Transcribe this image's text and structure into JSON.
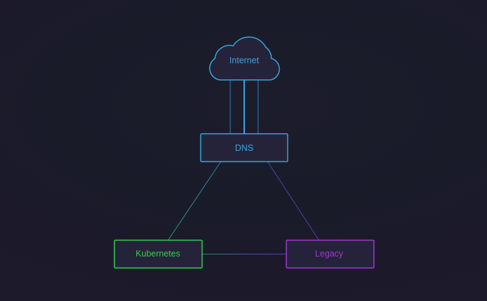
{
  "nodes": {
    "internet": {
      "label": "Internet",
      "color": "#38a8e0"
    },
    "dns": {
      "label": "DNS",
      "color": "#38a8e0"
    },
    "kubernetes": {
      "label": "Kubernetes",
      "color": "#33d04a"
    },
    "legacy": {
      "label": "Legacy",
      "color": "#a236d8"
    }
  },
  "colors": {
    "background": "#1b1c2a",
    "node_fill": "#25233a"
  }
}
